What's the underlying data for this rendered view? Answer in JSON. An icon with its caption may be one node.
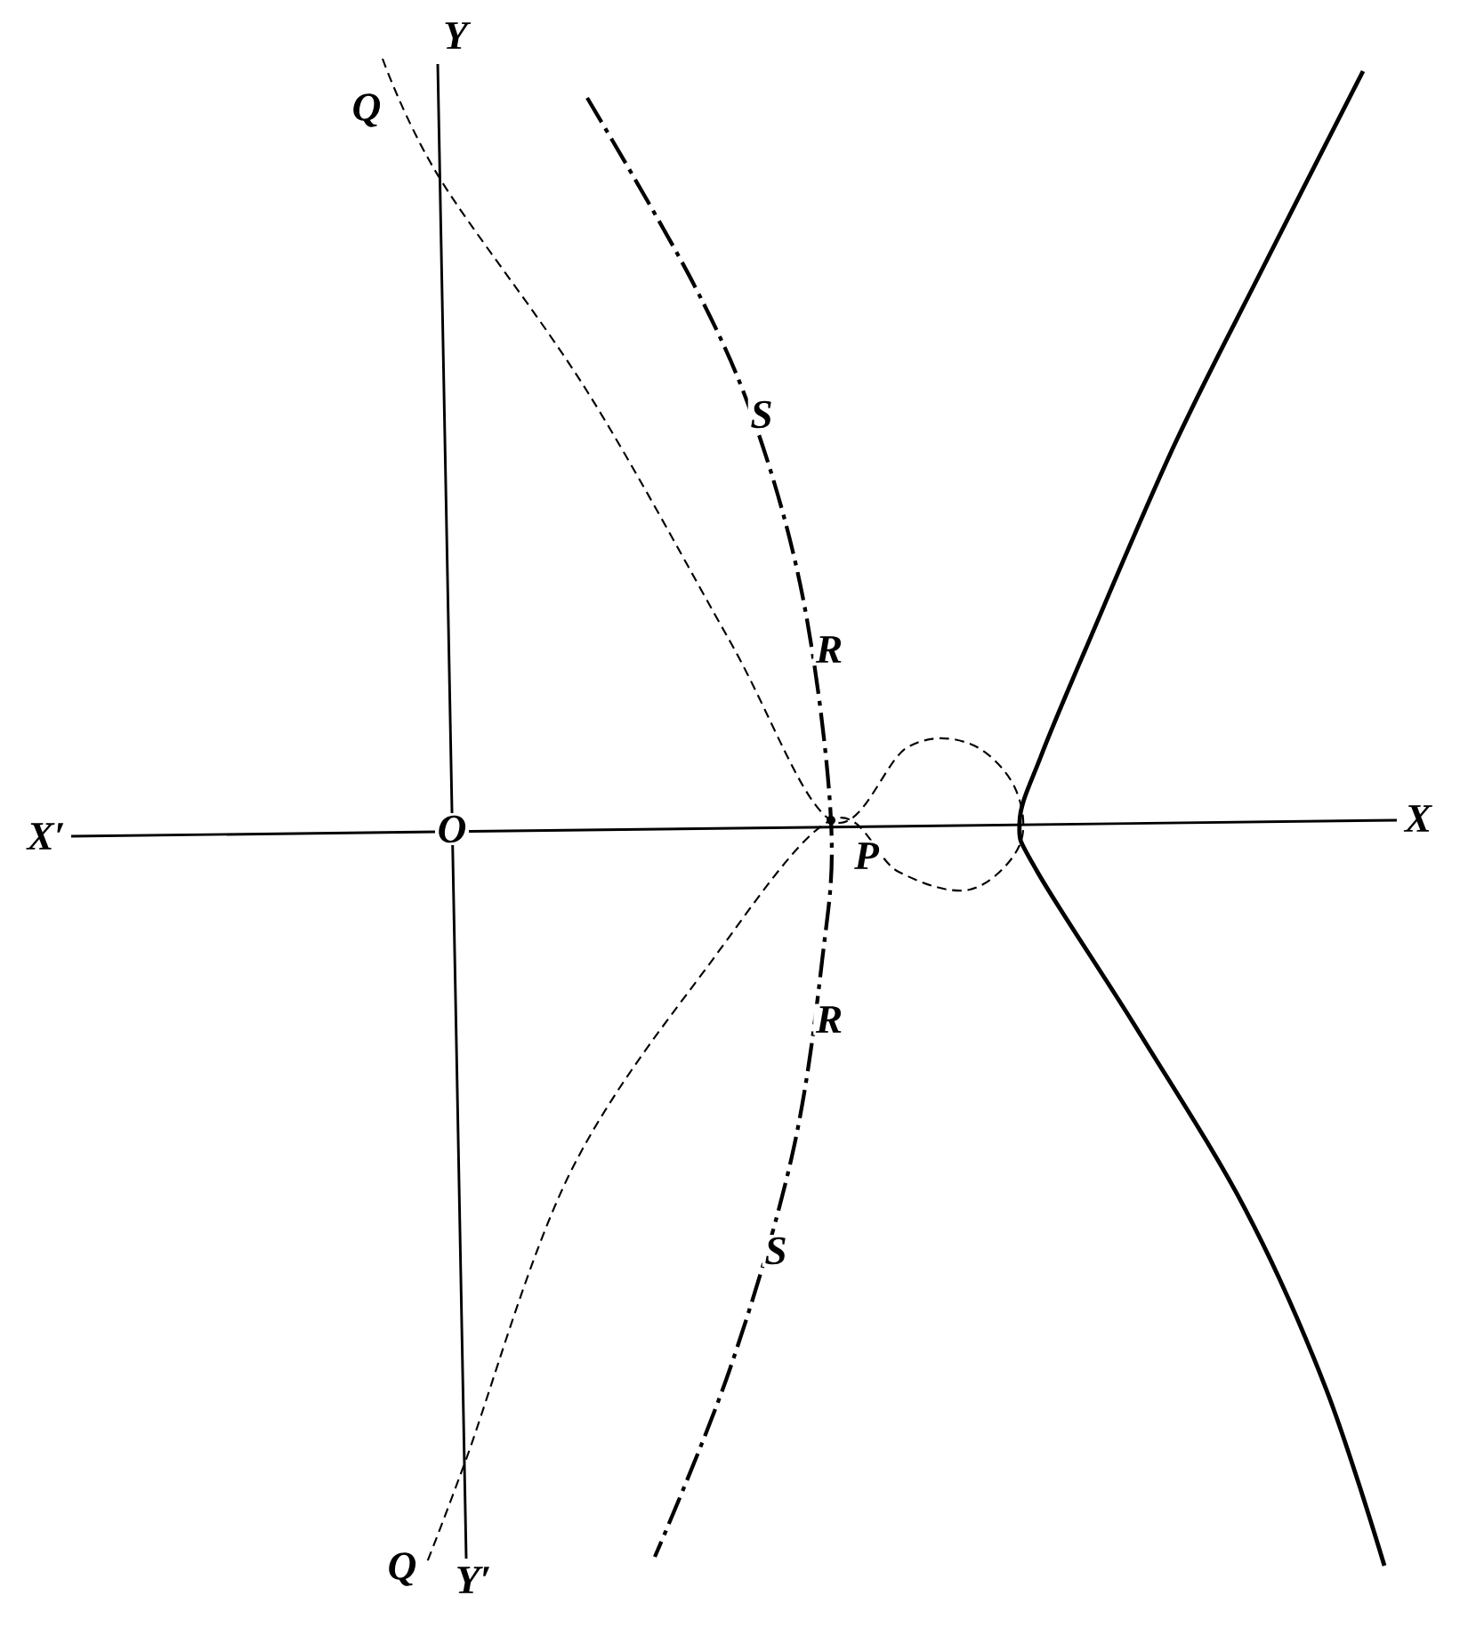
{
  "diagram": {
    "labels": [
      "Y",
      "Q",
      "S",
      "R",
      "X′",
      "O",
      "X",
      "P",
      "R",
      "S",
      "Q",
      "Y′"
    ]
  }
}
